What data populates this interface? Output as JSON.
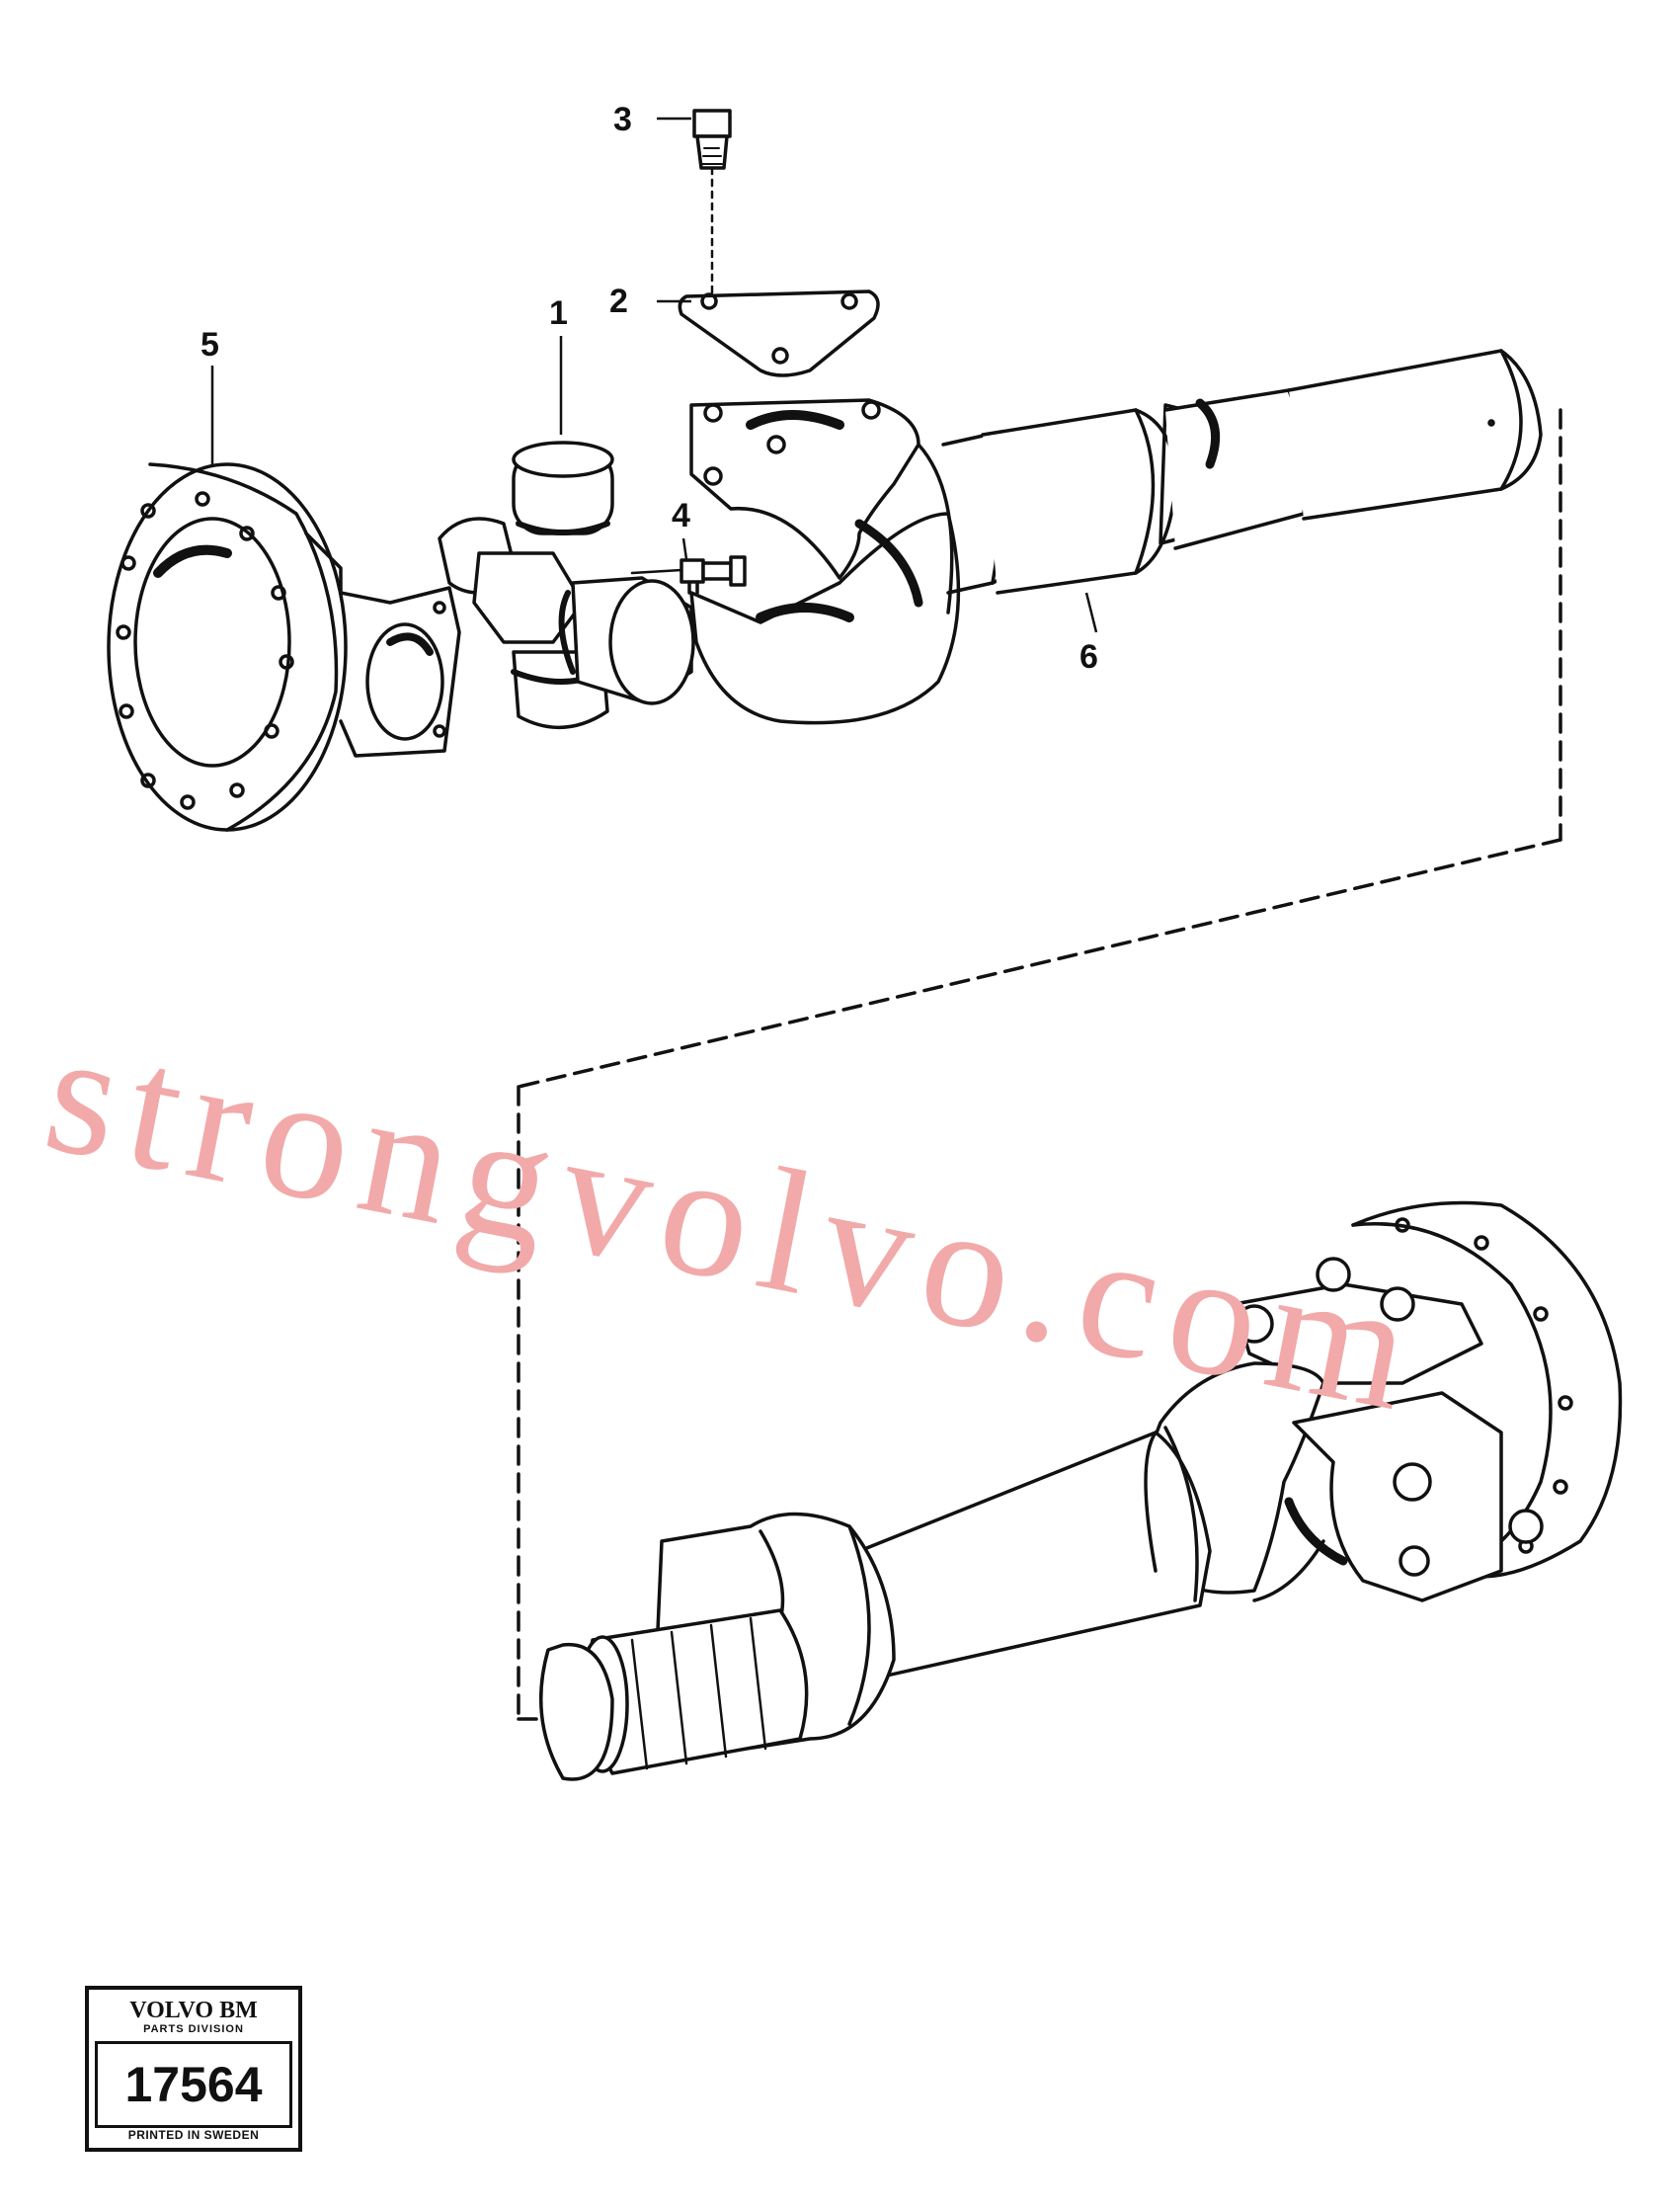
{
  "diagram": {
    "callouts": [
      {
        "id": "1",
        "label": "1"
      },
      {
        "id": "2",
        "label": "2"
      },
      {
        "id": "3",
        "label": "3"
      },
      {
        "id": "4",
        "label": "4"
      },
      {
        "id": "5",
        "label": "5"
      },
      {
        "id": "6",
        "label": "6"
      }
    ]
  },
  "watermark": {
    "text": "strongvolvo.com"
  },
  "stamp": {
    "brand": "VOLVO BM",
    "division": "PARTS DIVISION",
    "number": "17564",
    "printed": "PRINTED IN SWEDEN"
  }
}
